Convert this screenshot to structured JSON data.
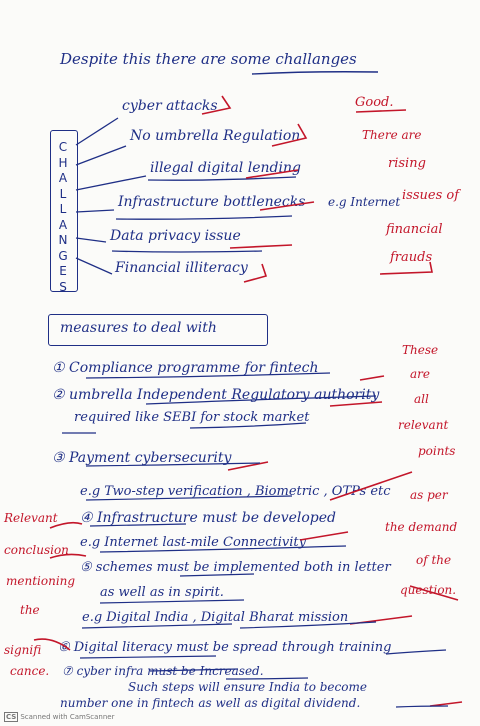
{
  "header": "Despite this there are some challanges",
  "challenges_vertical": [
    "C",
    "H",
    "A",
    "L",
    "L",
    "A",
    "N",
    "G",
    "E",
    "S"
  ],
  "challenges": [
    "cyber attacks",
    "No umbrella Regulation",
    "illegal digital lending",
    "Infrastructure bottlenecks",
    "e.g Internet",
    "Data privacy issue",
    "Financial illiteracy"
  ],
  "measures_heading": "measures to deal with",
  "measures": {
    "m1": "① Compliance programme for fintech",
    "m2a": "② umbrella Independent Regulatory authority",
    "m2b": "required like SEBI for stock market",
    "m3a": "③ Payment cybersecurity",
    "m3b": "e.g Two-step verification , Biometric , OTPs etc",
    "m4a": "④ Infrastructure must be developed",
    "m4b": "e.g Internet last-mile Connectivity",
    "m5a": "⑤ schemes must be implemented both in letter",
    "m5b": "as well as in spirit.",
    "m5c": "e.g Digital India , Digital Bharat mission",
    "m6": "⑥ Digital literacy must be spread through training",
    "m7": "⑦ cyber infra must be Increased.",
    "c1": "Such steps will ensure India to become",
    "c2": "number one in fintech as well as digital dividend."
  },
  "annotations": {
    "good": "Good.",
    "rising1": "There are",
    "rising2": "rising",
    "rising3": "issues of",
    "rising4": "financial",
    "rising5": "frauds",
    "points1": "These",
    "points2": "are",
    "points3": "all",
    "points4": "relevant",
    "points5": "points",
    "points6": "as per",
    "points7": "the demand",
    "points8": "of the",
    "points9": "question.",
    "left1": "Relevant",
    "left2": "conclusion",
    "left3": "mentioning",
    "left4": "the",
    "left5": "signifi",
    "left6": "cance."
  },
  "footer": {
    "badge": "CS",
    "text": "Scanned with CamScanner"
  },
  "colors": {
    "ink_blue": "#1f2f86",
    "ink_red": "#c3162a",
    "paper": "#fbfbf9"
  }
}
